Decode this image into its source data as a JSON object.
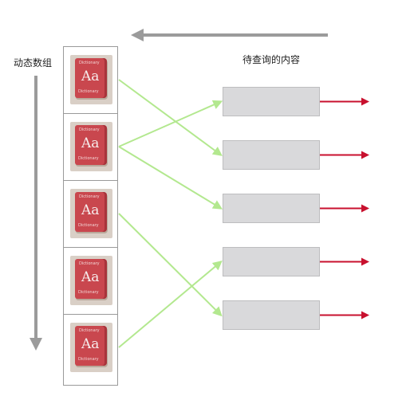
{
  "labels": {
    "dynamic_array": "动态数组",
    "query_content": "待查询的内容"
  },
  "array_cells": [
    {
      "icon": "dictionary-icon",
      "top_text": "Dictionary",
      "main_text": "Aa",
      "bottom_text": "Dictionary"
    },
    {
      "icon": "dictionary-icon",
      "top_text": "Dictionary",
      "main_text": "Aa",
      "bottom_text": "Dictionary"
    },
    {
      "icon": "dictionary-icon",
      "top_text": "Dictionary",
      "main_text": "Aa",
      "bottom_text": "Dictionary"
    },
    {
      "icon": "dictionary-icon",
      "top_text": "Dictionary",
      "main_text": "Aa",
      "bottom_text": "Dictionary"
    },
    {
      "icon": "dictionary-icon",
      "top_text": "Dictionary",
      "main_text": "Aa",
      "bottom_text": "Dictionary"
    }
  ],
  "query_box_count": 5,
  "connections": [
    {
      "from_cell": 0,
      "to_box": 1
    },
    {
      "from_cell": 1,
      "to_box": 0
    },
    {
      "from_cell": 1,
      "to_box": 2
    },
    {
      "from_cell": 2,
      "to_box": 4
    },
    {
      "from_cell": 4,
      "to_box": 3
    }
  ],
  "colors": {
    "gray_arrow": "#9b9b9b",
    "green_line": "#b3e88f",
    "red_arrow": "#c8102e",
    "query_box_fill": "#d9d9db"
  }
}
